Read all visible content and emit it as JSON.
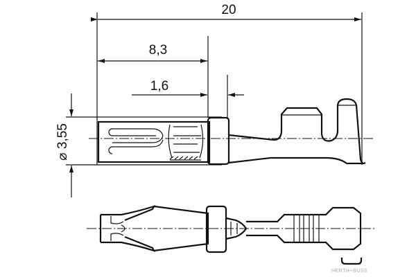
{
  "dimensions": {
    "overall_length": "20",
    "socket_length": "8,3",
    "collar_width": "1,6",
    "diameter": "⌀ 3,55"
  },
  "watermark": "HERTH+BUSS"
}
